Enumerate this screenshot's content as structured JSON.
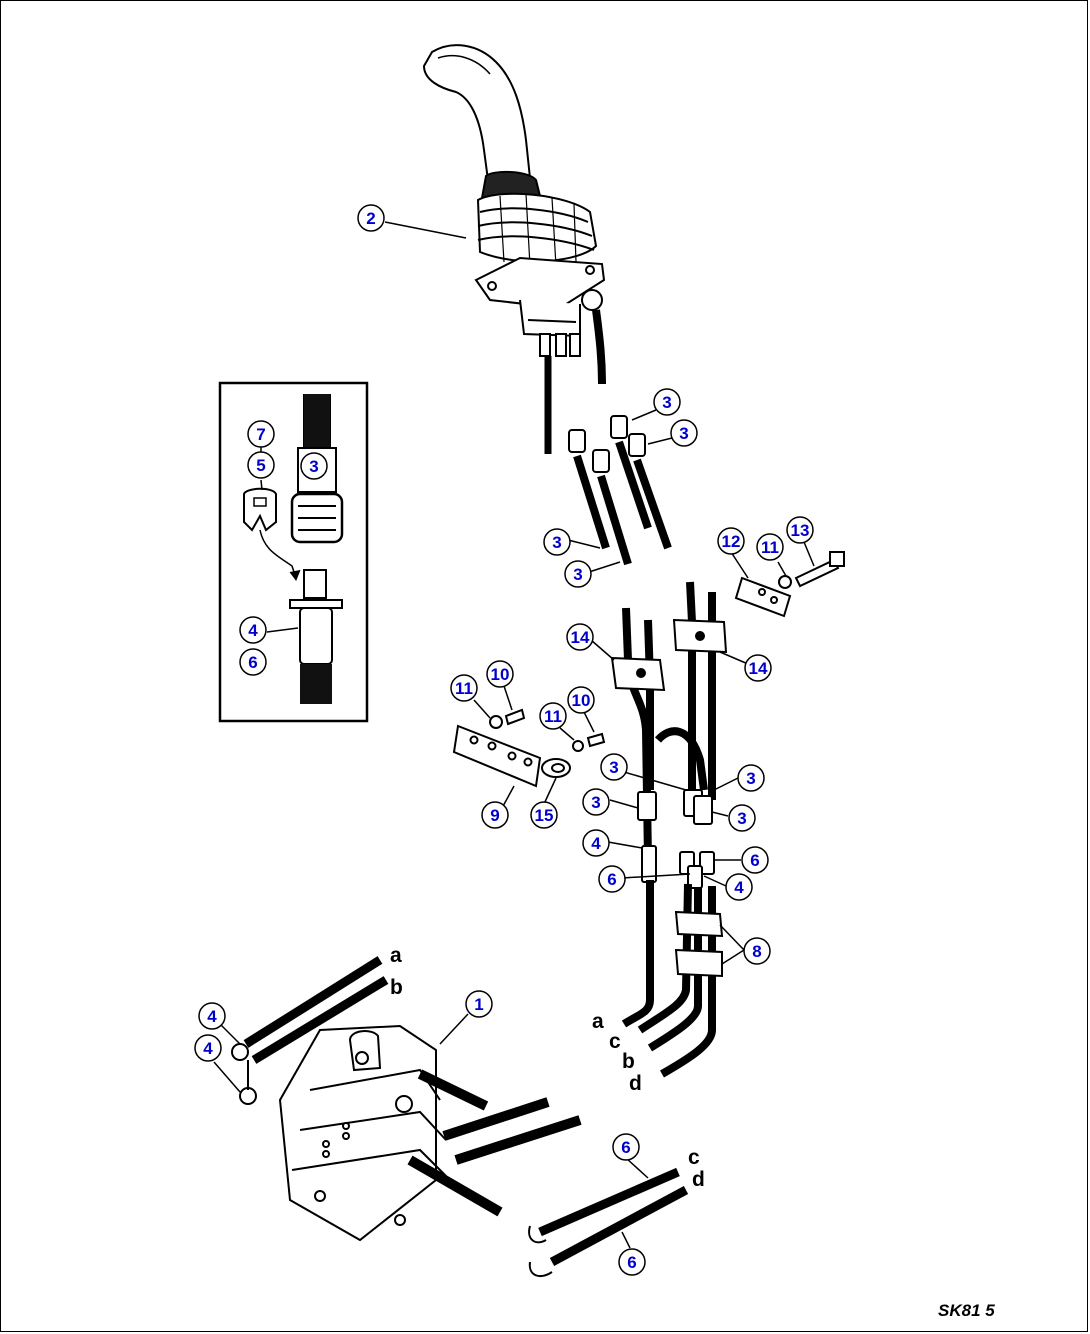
{
  "diagram": {
    "drawing_code": "SK81 5",
    "callouts": [
      {
        "id": "c-2a",
        "label": "2"
      },
      {
        "id": "c-3a",
        "label": "3"
      },
      {
        "id": "c-3b",
        "label": "3"
      },
      {
        "id": "c-3c",
        "label": "3"
      },
      {
        "id": "c-3d",
        "label": "3"
      },
      {
        "id": "c-7",
        "label": "7"
      },
      {
        "id": "c-5",
        "label": "5"
      },
      {
        "id": "c-3e",
        "label": "3"
      },
      {
        "id": "c-4a",
        "label": "4"
      },
      {
        "id": "c-6a",
        "label": "6"
      },
      {
        "id": "c-12",
        "label": "12"
      },
      {
        "id": "c-11a",
        "label": "11"
      },
      {
        "id": "c-13",
        "label": "13"
      },
      {
        "id": "c-14a",
        "label": "14"
      },
      {
        "id": "c-14b",
        "label": "14"
      },
      {
        "id": "c-11b",
        "label": "11"
      },
      {
        "id": "c-10a",
        "label": "10"
      },
      {
        "id": "c-11c",
        "label": "11"
      },
      {
        "id": "c-10b",
        "label": "10"
      },
      {
        "id": "c-3f",
        "label": "3"
      },
      {
        "id": "c-3g",
        "label": "3"
      },
      {
        "id": "c-3h",
        "label": "3"
      },
      {
        "id": "c-3i",
        "label": "3"
      },
      {
        "id": "c-9",
        "label": "9"
      },
      {
        "id": "c-15",
        "label": "15"
      },
      {
        "id": "c-4b",
        "label": "4"
      },
      {
        "id": "c-6b",
        "label": "6"
      },
      {
        "id": "c-6c",
        "label": "6"
      },
      {
        "id": "c-4c",
        "label": "4"
      },
      {
        "id": "c-8",
        "label": "8"
      },
      {
        "id": "c-1",
        "label": "1"
      },
      {
        "id": "c-4d",
        "label": "4"
      },
      {
        "id": "c-4e",
        "label": "4"
      },
      {
        "id": "c-6d",
        "label": "6"
      },
      {
        "id": "c-6e",
        "label": "6"
      }
    ],
    "ports": [
      {
        "id": "p-a1",
        "label": "a"
      },
      {
        "id": "p-b1",
        "label": "b"
      },
      {
        "id": "p-a2",
        "label": "a"
      },
      {
        "id": "p-c2",
        "label": "c"
      },
      {
        "id": "p-b2",
        "label": "b"
      },
      {
        "id": "p-d2",
        "label": "d"
      },
      {
        "id": "p-c3",
        "label": "c"
      },
      {
        "id": "p-d3",
        "label": "d"
      }
    ]
  }
}
